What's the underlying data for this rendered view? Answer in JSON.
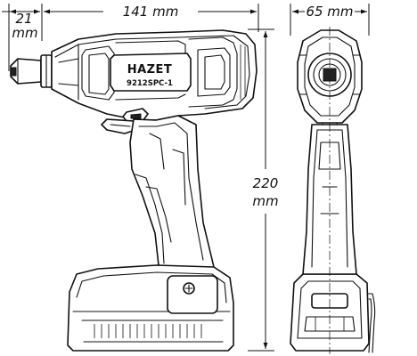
{
  "dimensions": {
    "overall_length": "141 mm",
    "anvil_length_value": "21",
    "anvil_length_unit": "mm",
    "width": "65 mm",
    "height_value": "220",
    "height_unit": "mm"
  },
  "tool": {
    "brand": "HAZET",
    "model": "9212SPC-1"
  }
}
